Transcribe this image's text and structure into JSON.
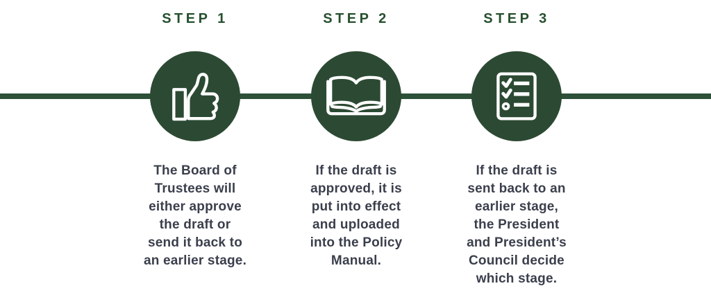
{
  "colors": {
    "page_bg": "#ffffff",
    "line_green": "#2c5138",
    "circle_green": "#2c4a33",
    "header_green": "#26502e",
    "body_text": "#3b3f4c",
    "icon_stroke": "#ffffff"
  },
  "steps": [
    {
      "label": "STEP 1",
      "icon": "thumbs-up-icon",
      "description": "The Board of\nTrustees will\neither approve\nthe draft or\nsend it back to\nan earlier stage."
    },
    {
      "label": "STEP 2",
      "icon": "open-book-icon",
      "description": "If the draft is\napproved, it is\nput into effect\nand uploaded\ninto the Policy\nManual."
    },
    {
      "label": "STEP 3",
      "icon": "checklist-icon",
      "description": "If the draft is\nsent back to an\nearlier stage,\nthe President\nand President’s\nCouncil decide\nwhich stage."
    }
  ]
}
